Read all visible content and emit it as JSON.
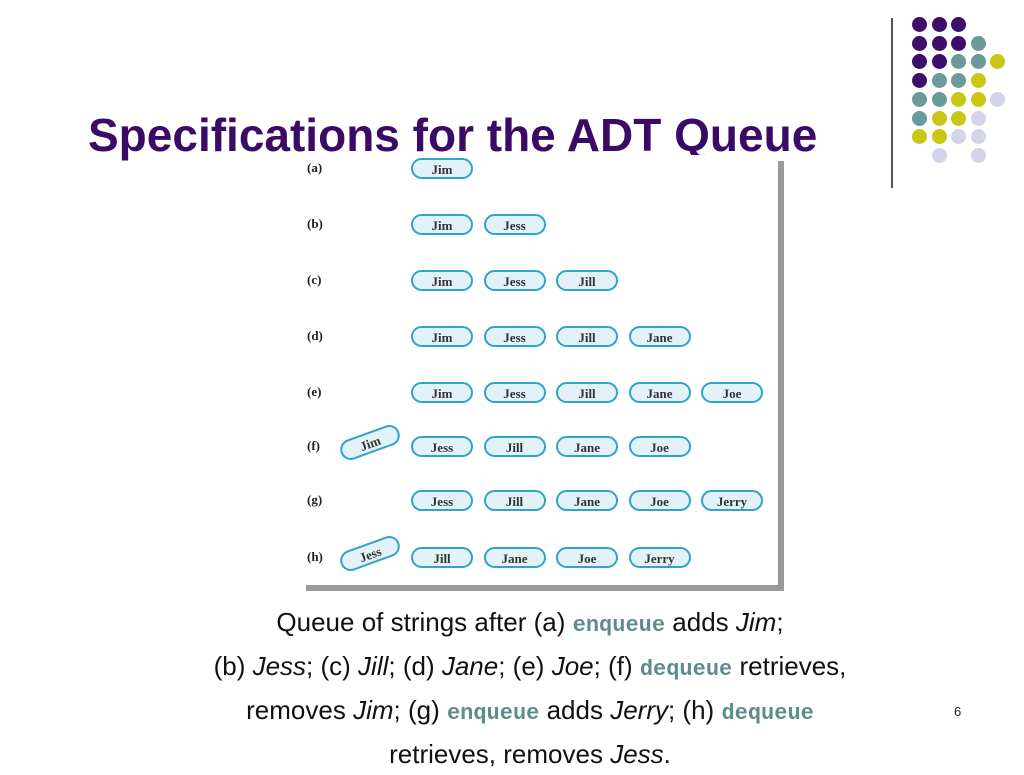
{
  "title": "Specifications for the ADT Queue",
  "colors": {
    "title": "#3b0a66",
    "purple": "#3d0f6b",
    "teal": "#6a9a9a",
    "yellow": "#c8c814",
    "lavender": "#d4d4e8"
  },
  "figure": {
    "rows": [
      {
        "label": "(a)",
        "removed": null,
        "items": [
          "Jim"
        ]
      },
      {
        "label": "(b)",
        "removed": null,
        "items": [
          "Jim",
          "Jess"
        ]
      },
      {
        "label": "(c)",
        "removed": null,
        "items": [
          "Jim",
          "Jess",
          "Jill"
        ]
      },
      {
        "label": "(d)",
        "removed": null,
        "items": [
          "Jim",
          "Jess",
          "Jill",
          "Jane"
        ]
      },
      {
        "label": "(e)",
        "removed": null,
        "items": [
          "Jim",
          "Jess",
          "Jill",
          "Jane",
          "Joe"
        ]
      },
      {
        "label": "(f)",
        "removed": "Jim",
        "items": [
          "Jess",
          "Jill",
          "Jane",
          "Joe"
        ]
      },
      {
        "label": "(g)",
        "removed": null,
        "items": [
          "Jess",
          "Jill",
          "Jane",
          "Joe",
          "Jerry"
        ]
      },
      {
        "label": "(h)",
        "removed": "Jess",
        "items": [
          "Jill",
          "Jane",
          "Joe",
          "Jerry"
        ]
      }
    ]
  },
  "caption": {
    "l1a": "Queue of strings after (a) ",
    "enqueue": "enqueue",
    "l1b": " adds ",
    "jim": "Jim",
    "semi": ";",
    "l2a": "(b) ",
    "jess": "Jess",
    "l2b": "; (c) ",
    "jill": "Jill",
    "l2c": "; (d) ",
    "jane": "Jane",
    "l2d": "; (e) ",
    "joe": "Joe",
    "l2e": "; (f) ",
    "dequeue": "dequeue",
    "l2f": " retrieves,",
    "l3a": "removes ",
    "l3b": "; (g) ",
    "l3c": " adds ",
    "jerry": "Jerry",
    "l3d": "; (h) ",
    "l4a": "retrieves, removes ",
    "period": "."
  },
  "page_number": "6"
}
